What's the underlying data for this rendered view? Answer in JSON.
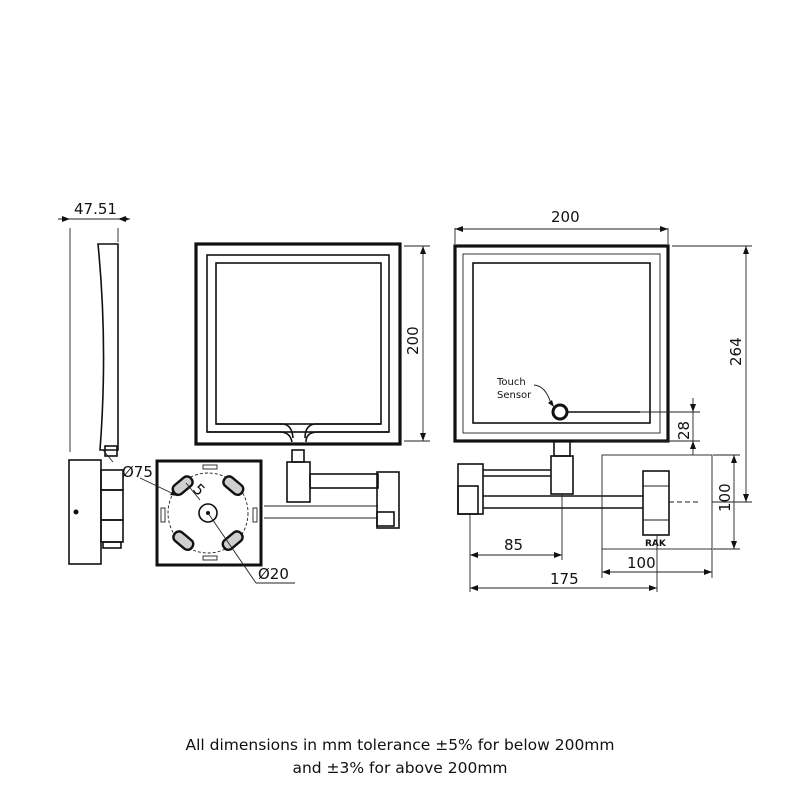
{
  "dimensions": {
    "side_depth": "47.51",
    "front_height": "200",
    "front_width": "200",
    "total_height": "264",
    "sensor_offset": "28",
    "plate_height": "100",
    "arm_length": "85",
    "plate_width": "100",
    "total_projection": "175",
    "outer_diameter": "Ø75",
    "inner_diameter": "Ø20",
    "screw_size": "5"
  },
  "labels": {
    "touch": "Touch",
    "sensor": "Sensor",
    "brand": "RAK"
  },
  "footer": {
    "line1": "All dimensions in mm tolerance ±5% for below 200mm",
    "line2": "and ±3% for above 200mm"
  }
}
